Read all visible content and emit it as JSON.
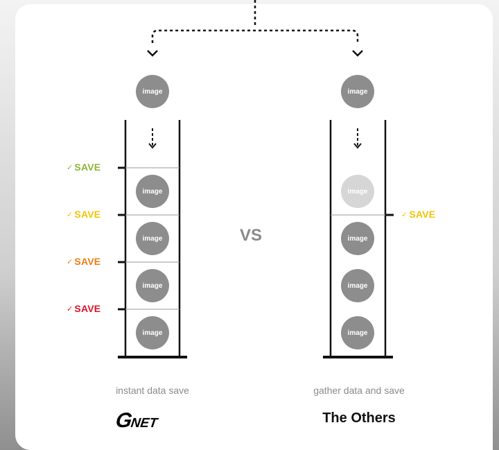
{
  "circle_label": "image",
  "vs_label": "VS",
  "save_label": "SAVE",
  "check_glyph": "✓",
  "left": {
    "caption": "instant data save",
    "brand_first": "G",
    "brand_rest": "NET",
    "saves": [
      {
        "label": "SAVE",
        "color": "#8db33a"
      },
      {
        "label": "SAVE",
        "color": "#f2c500"
      },
      {
        "label": "SAVE",
        "color": "#ef7d10"
      },
      {
        "label": "SAVE",
        "color": "#e0102a"
      }
    ]
  },
  "right": {
    "caption": "gather data and save",
    "brand": "The Others",
    "save": {
      "label": "SAVE",
      "color": "#f2c500"
    }
  },
  "colors": {
    "circle": "#8d8d8d",
    "circle_faded": "#d6d6d6",
    "line": "#111111",
    "divider": "#9a9a9a"
  }
}
